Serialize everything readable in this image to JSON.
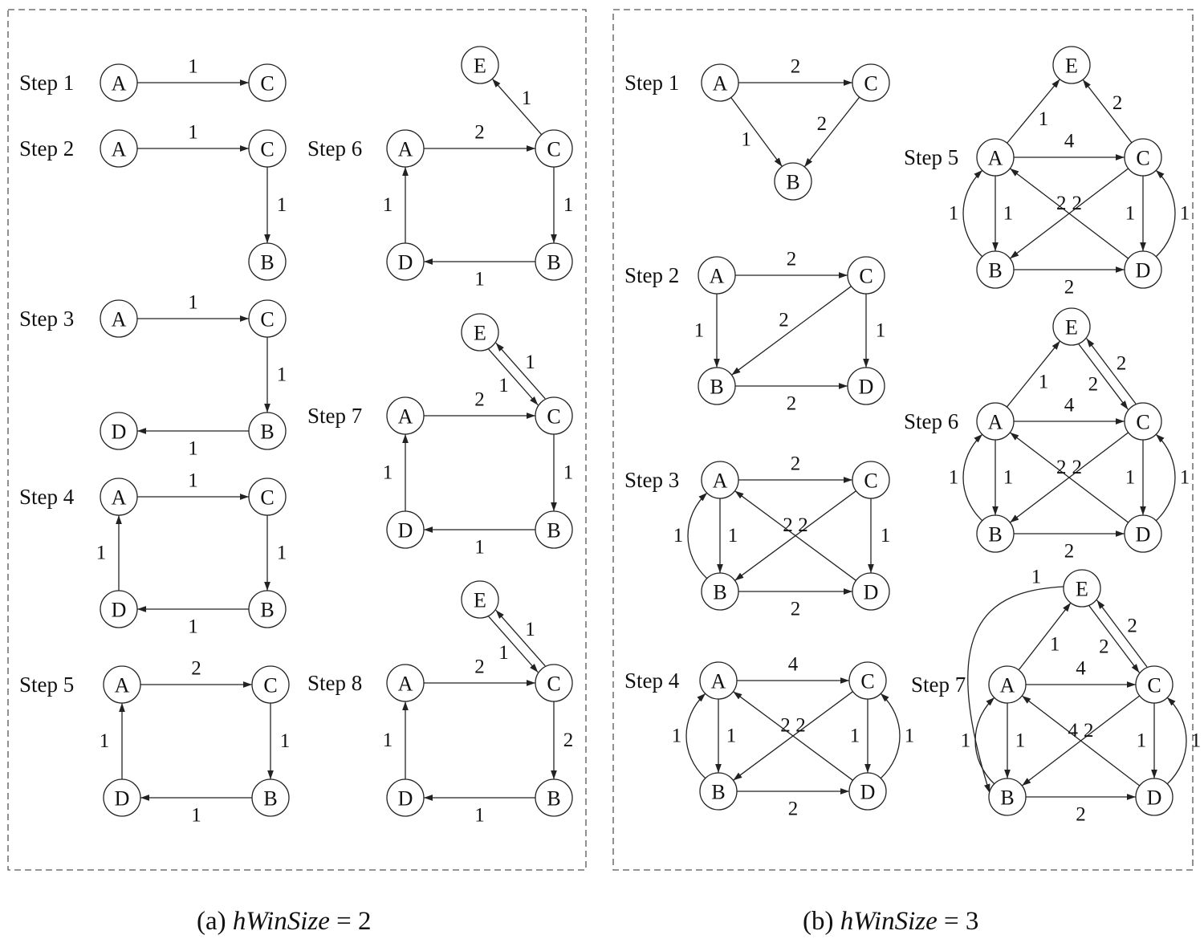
{
  "captions": {
    "a": {
      "prefix": "(a)",
      "var": "hWinSize",
      "rest": "= 2"
    },
    "b": {
      "prefix": "(b)",
      "var": "hWinSize",
      "rest": "= 3"
    }
  },
  "panels": [
    {
      "id": "a",
      "steps": [
        {
          "label": "Step 1",
          "nodes": [
            "A",
            "C"
          ],
          "edges": [
            [
              "A",
              "C",
              "1"
            ]
          ]
        },
        {
          "label": "Step 2",
          "nodes": [
            "A",
            "C",
            "B"
          ],
          "edges": [
            [
              "A",
              "C",
              "1"
            ],
            [
              "C",
              "B",
              "1"
            ]
          ]
        },
        {
          "label": "Step 3",
          "nodes": [
            "A",
            "C",
            "B",
            "D"
          ],
          "edges": [
            [
              "A",
              "C",
              "1"
            ],
            [
              "C",
              "B",
              "1"
            ],
            [
              "B",
              "D",
              "1"
            ]
          ]
        },
        {
          "label": "Step 4",
          "nodes": [
            "A",
            "C",
            "B",
            "D"
          ],
          "edges": [
            [
              "A",
              "C",
              "1"
            ],
            [
              "C",
              "B",
              "1"
            ],
            [
              "B",
              "D",
              "1"
            ],
            [
              "D",
              "A",
              "1"
            ]
          ]
        },
        {
          "label": "Step 5",
          "nodes": [
            "A",
            "C",
            "B",
            "D"
          ],
          "edges": [
            [
              "A",
              "C",
              "2"
            ],
            [
              "C",
              "B",
              "1"
            ],
            [
              "B",
              "D",
              "1"
            ],
            [
              "D",
              "A",
              "1"
            ]
          ]
        },
        {
          "label": "Step 6",
          "nodes": [
            "A",
            "C",
            "B",
            "D",
            "E"
          ],
          "edges": [
            [
              "A",
              "C",
              "2"
            ],
            [
              "C",
              "B",
              "1"
            ],
            [
              "B",
              "D",
              "1"
            ],
            [
              "D",
              "A",
              "1"
            ],
            [
              "C",
              "E",
              "1"
            ]
          ]
        },
        {
          "label": "Step 7",
          "nodes": [
            "A",
            "C",
            "B",
            "D",
            "E"
          ],
          "edges": [
            [
              "A",
              "C",
              "2"
            ],
            [
              "C",
              "B",
              "1"
            ],
            [
              "B",
              "D",
              "1"
            ],
            [
              "D",
              "A",
              "1"
            ],
            [
              "C",
              "E",
              "1"
            ],
            [
              "E",
              "C",
              "1"
            ]
          ]
        },
        {
          "label": "Step 8",
          "nodes": [
            "A",
            "C",
            "B",
            "D",
            "E"
          ],
          "edges": [
            [
              "A",
              "C",
              "2"
            ],
            [
              "C",
              "B",
              "2"
            ],
            [
              "B",
              "D",
              "1"
            ],
            [
              "D",
              "A",
              "1"
            ],
            [
              "C",
              "E",
              "1"
            ],
            [
              "E",
              "C",
              "1"
            ]
          ]
        }
      ]
    },
    {
      "id": "b",
      "steps": [
        {
          "label": "Step 1",
          "nodes": [
            "A",
            "C",
            "B"
          ],
          "edges": [
            [
              "A",
              "C",
              "2"
            ],
            [
              "A",
              "B",
              "1"
            ],
            [
              "C",
              "B",
              "2"
            ]
          ]
        },
        {
          "label": "Step 2",
          "nodes": [
            "A",
            "C",
            "B",
            "D"
          ],
          "edges": [
            [
              "A",
              "C",
              "2"
            ],
            [
              "A",
              "B",
              "1"
            ],
            [
              "C",
              "B",
              "2"
            ],
            [
              "C",
              "D",
              "1"
            ],
            [
              "B",
              "D",
              "2"
            ]
          ]
        },
        {
          "label": "Step 3",
          "nodes": [
            "A",
            "C",
            "B",
            "D"
          ],
          "edges": [
            [
              "A",
              "C",
              "2"
            ],
            [
              "A",
              "B",
              "1"
            ],
            [
              "B",
              "A",
              "1"
            ],
            [
              "C",
              "B",
              "2"
            ],
            [
              "D",
              "A",
              "2"
            ],
            [
              "C",
              "D",
              "1"
            ],
            [
              "B",
              "D",
              "2"
            ]
          ]
        },
        {
          "label": "Step 4",
          "nodes": [
            "A",
            "C",
            "B",
            "D"
          ],
          "edges": [
            [
              "A",
              "C",
              "4"
            ],
            [
              "A",
              "B",
              "1"
            ],
            [
              "B",
              "A",
              "1"
            ],
            [
              "C",
              "B",
              "2"
            ],
            [
              "D",
              "A",
              "2"
            ],
            [
              "C",
              "D",
              "1"
            ],
            [
              "D",
              "C",
              "1"
            ],
            [
              "B",
              "D",
              "2"
            ]
          ]
        },
        {
          "label": "Step 5",
          "nodes": [
            "A",
            "C",
            "B",
            "D",
            "E"
          ],
          "edges": [
            [
              "A",
              "E",
              "1"
            ],
            [
              "C",
              "E",
              "2"
            ],
            [
              "A",
              "C",
              "4"
            ],
            [
              "A",
              "B",
              "1"
            ],
            [
              "B",
              "A",
              "1"
            ],
            [
              "C",
              "B",
              "2"
            ],
            [
              "D",
              "A",
              "2"
            ],
            [
              "C",
              "D",
              "1"
            ],
            [
              "D",
              "C",
              "1"
            ],
            [
              "B",
              "D",
              "2"
            ]
          ]
        },
        {
          "label": "Step 6",
          "nodes": [
            "A",
            "C",
            "B",
            "D",
            "E"
          ],
          "edges": [
            [
              "A",
              "E",
              "1"
            ],
            [
              "E",
              "C",
              "2"
            ],
            [
              "C",
              "E",
              "2"
            ],
            [
              "A",
              "C",
              "4"
            ],
            [
              "A",
              "B",
              "1"
            ],
            [
              "B",
              "A",
              "1"
            ],
            [
              "C",
              "B",
              "2"
            ],
            [
              "D",
              "A",
              "2"
            ],
            [
              "C",
              "D",
              "1"
            ],
            [
              "D",
              "C",
              "1"
            ],
            [
              "B",
              "D",
              "2"
            ]
          ]
        },
        {
          "label": "Step 7",
          "nodes": [
            "A",
            "C",
            "B",
            "D",
            "E"
          ],
          "edges": [
            [
              "E",
              "B",
              "1"
            ],
            [
              "A",
              "E",
              "1"
            ],
            [
              "E",
              "C",
              "2"
            ],
            [
              "C",
              "E",
              "2"
            ],
            [
              "A",
              "C",
              "4"
            ],
            [
              "A",
              "B",
              "1"
            ],
            [
              "B",
              "A",
              "1"
            ],
            [
              "C",
              "B",
              "4"
            ],
            [
              "D",
              "A",
              "2"
            ],
            [
              "C",
              "D",
              "1"
            ],
            [
              "D",
              "C",
              "1"
            ],
            [
              "B",
              "D",
              "2"
            ]
          ]
        }
      ]
    }
  ]
}
